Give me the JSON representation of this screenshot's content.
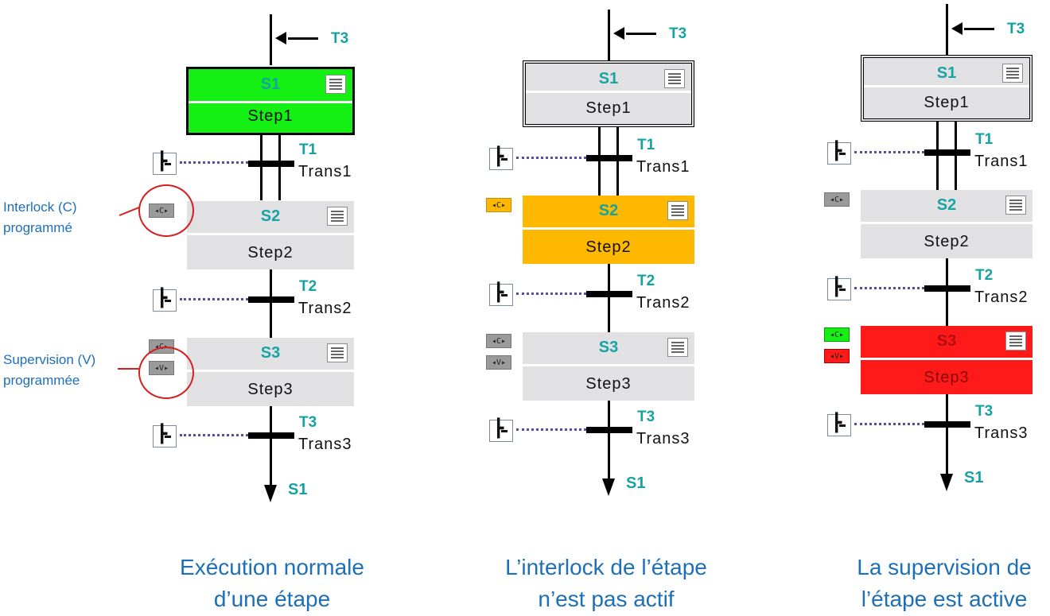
{
  "annotations": {
    "interlock": [
      "Interlock (C)",
      "programmé"
    ],
    "supervision": [
      "Supervision (V)",
      "programmée"
    ]
  },
  "colors": {
    "active": "#14f014",
    "interlock_missing": "#ffb800",
    "supervision_active": "#ff1a1a",
    "idle": "#e1e1e4",
    "teal_text": "#17a2a2",
    "caption_blue": "#1d6fb8"
  },
  "panels": [
    {
      "caption": [
        "Exécution normale",
        "d’une étape"
      ],
      "jump_in": "T3",
      "steps": [
        {
          "id": "S1",
          "name": "Step1",
          "state": "active",
          "initial": false
        },
        {
          "id": "S2",
          "name": "Step2",
          "state": "idle",
          "badges": [
            "C"
          ]
        },
        {
          "id": "S3",
          "name": "Step3",
          "state": "idle",
          "badges": [
            "C",
            "V"
          ]
        }
      ],
      "transitions": [
        {
          "id": "T1",
          "name": "Trans1"
        },
        {
          "id": "T2",
          "name": "Trans2"
        },
        {
          "id": "T3",
          "name": "Trans3"
        }
      ],
      "jump_out": "S1"
    },
    {
      "caption": [
        "L’interlock de l’étape",
        "n’est pas actif"
      ],
      "jump_in": "T3",
      "steps": [
        {
          "id": "S1",
          "name": "Step1",
          "state": "idle",
          "initial": true
        },
        {
          "id": "S2",
          "name": "Step2",
          "state": "interlock",
          "badges": [
            "C"
          ]
        },
        {
          "id": "S3",
          "name": "Step3",
          "state": "idle",
          "badges": [
            "C",
            "V"
          ]
        }
      ],
      "transitions": [
        {
          "id": "T1",
          "name": "Trans1"
        },
        {
          "id": "T2",
          "name": "Trans2"
        },
        {
          "id": "T3",
          "name": "Trans3"
        }
      ],
      "jump_out": "S1"
    },
    {
      "caption": [
        "La supervision de",
        "l’étape est active"
      ],
      "jump_in": "T3",
      "steps": [
        {
          "id": "S1",
          "name": "Step1",
          "state": "idle",
          "initial": true
        },
        {
          "id": "S2",
          "name": "Step2",
          "state": "idle",
          "badges": [
            "C"
          ]
        },
        {
          "id": "S3",
          "name": "Step3",
          "state": "supervision",
          "badges": [
            "C",
            "V"
          ]
        }
      ],
      "transitions": [
        {
          "id": "T1",
          "name": "Trans1"
        },
        {
          "id": "T2",
          "name": "Trans2"
        },
        {
          "id": "T3",
          "name": "Trans3"
        }
      ],
      "jump_out": "S1"
    }
  ]
}
